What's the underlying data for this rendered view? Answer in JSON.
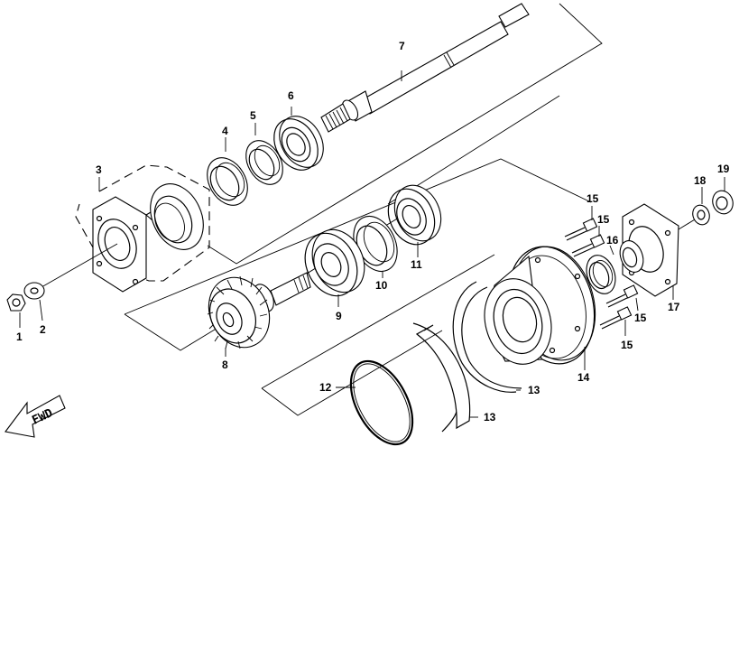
{
  "callouts": {
    "c1": "1",
    "c2": "2",
    "c3": "3",
    "c4": "4",
    "c5": "5",
    "c6": "6",
    "c7": "7",
    "c8": "8",
    "c9": "9",
    "c10": "10",
    "c11": "11",
    "c12": "12",
    "c13a": "13",
    "c13b": "13",
    "c14": "14",
    "c15a": "15",
    "c15b": "15",
    "c15c": "15",
    "c15d": "15",
    "c16": "16",
    "c17": "17",
    "c18": "18",
    "c19": "19"
  },
  "fwd_arrow": {
    "text": "FWD"
  }
}
